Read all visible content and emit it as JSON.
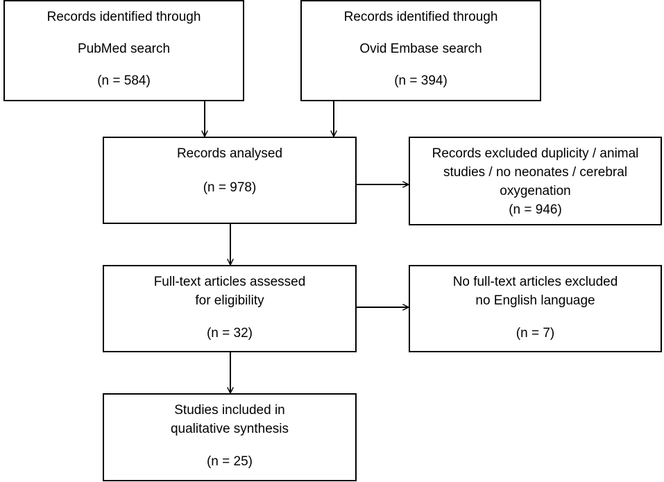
{
  "boxes": {
    "pubmed": {
      "line1": "Records identified through",
      "line2": "PubMed search",
      "count": "(n = 584)"
    },
    "embase": {
      "line1": "Records identified through",
      "line2": "Ovid Embase search",
      "count": "(n = 394)"
    },
    "analysed": {
      "line1": "Records analysed",
      "count": "(n = 978)"
    },
    "excluded_records": {
      "line1": "Records excluded duplicity / animal",
      "line2": "studies / no neonates / cerebral",
      "line3": "oxygenation",
      "count": "(n = 946)"
    },
    "fulltext": {
      "line1": "Full-text articles assessed",
      "line2": "for eligibility",
      "count": "(n = 32)"
    },
    "excluded_fulltext": {
      "line1": "No full-text articles excluded",
      "line2": "no English language",
      "count": "(n = 7)"
    },
    "included": {
      "line1": "Studies included in",
      "line2": "qualitative synthesis",
      "count": "(n = 25)"
    }
  }
}
